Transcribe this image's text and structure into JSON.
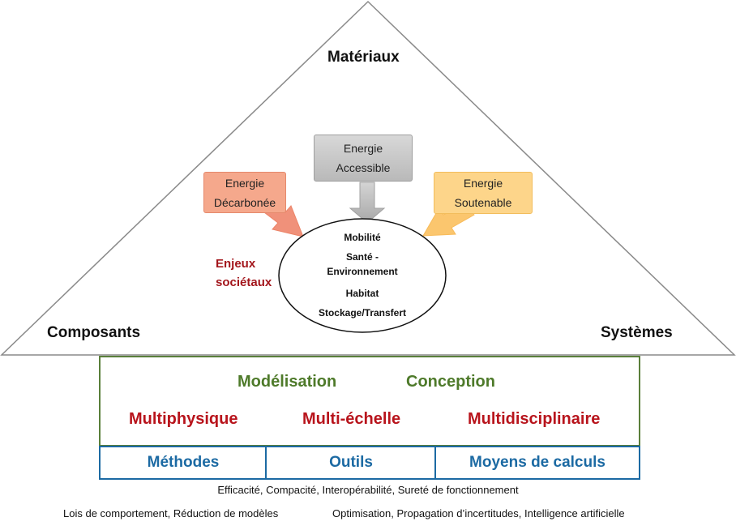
{
  "triangle": {
    "top_label": "Matériaux",
    "left_label": "Composants",
    "right_label": "Systèmes"
  },
  "energy_boxes": {
    "left": {
      "line1": "Energie",
      "line2": "Décarbonée",
      "fill": "#f5a88c",
      "arrow_color": "#f08e74"
    },
    "center": {
      "line1": "Energie",
      "line2": "Accessible",
      "fill": "#c8c8c8",
      "arrow_color": "#b5b5b5"
    },
    "right": {
      "line1": "Energie",
      "line2": "Soutenable",
      "fill": "#fdd58a",
      "arrow_color": "#fbc56a"
    }
  },
  "enjeux": {
    "line1": "Enjeux",
    "line2": "sociétaux"
  },
  "oval_items": [
    "Mobilité",
    "Santé -",
    "Environnement",
    "Habitat",
    "Stockage/Transfert"
  ],
  "approaches": {
    "row1": [
      "Modélisation",
      "Conception"
    ],
    "row2": [
      "Multiphysique",
      "Multi-échelle",
      "Multidisciplinaire"
    ],
    "green_color": "#4e7a2a",
    "red_color": "#b8141c"
  },
  "tools": {
    "cells": [
      "Méthodes",
      "Outils",
      "Moyens de calculs"
    ],
    "color": "#1c6aa3"
  },
  "footer": {
    "line1": "Efficacité, Compacité, Interopérabilité, Sureté de fonctionnement",
    "line2_left": "Lois de comportement, Réduction de modèles",
    "line2_right": "Optimisation, Propagation d’incertitudes, Intelligence artificielle"
  }
}
